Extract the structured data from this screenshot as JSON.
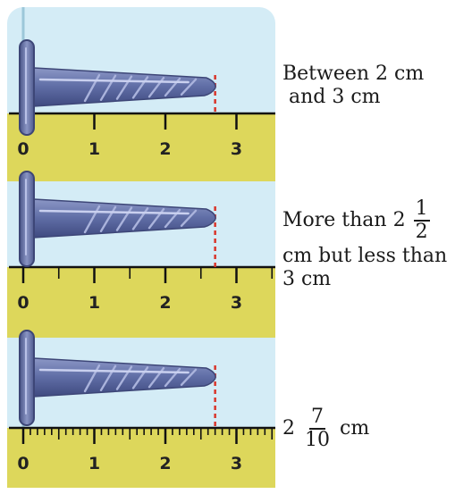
{
  "tick_labels": [
    "0",
    "1",
    "2",
    "3"
  ],
  "captions": [
    {
      "lines": [
        "Between 2 cm",
        " and 3 cm"
      ]
    },
    {
      "pre": "More than 2",
      "frac_num": "1",
      "frac_den": "2",
      "lines_after": [
        "cm but less than",
        "3 cm"
      ]
    },
    {
      "whole": "2",
      "frac_num": "7",
      "frac_den": "10",
      "unit": "cm"
    }
  ],
  "colors": {
    "panel": "#d4ecf6",
    "ruler": "#ddd75b",
    "nail": "#5f6ea3",
    "nail_dark": "#3d4677",
    "marker": "#d9362b"
  }
}
